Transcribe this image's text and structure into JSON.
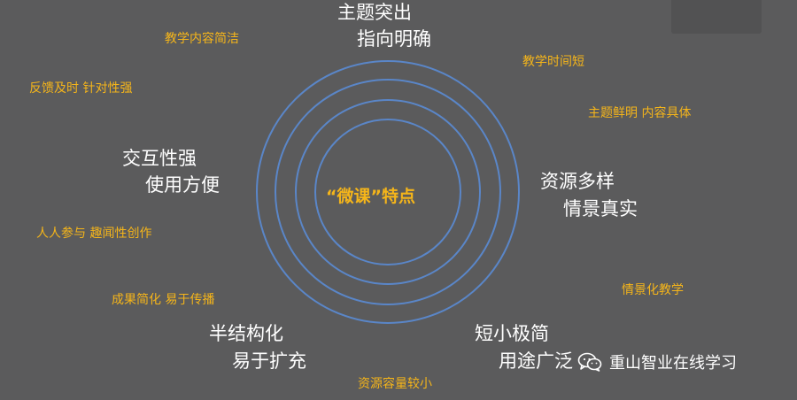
{
  "center": {
    "title": "“微课”特点"
  },
  "features": [
    {
      "line1": "主题突出",
      "line2": "指向明确"
    },
    {
      "line1": "资源多样",
      "line2": "情景真实"
    },
    {
      "line1": "短小极简",
      "line2": "用途广泛"
    },
    {
      "line1": "半结构化",
      "line2": "易于扩充"
    },
    {
      "line1": "交互性强",
      "line2": "使用方便"
    }
  ],
  "notes": [
    "教学内容简洁",
    "反馈及时  针对性强",
    "教学时间短",
    "主题鲜明  内容具体",
    "人人参与  趣闻性创作",
    "情景化教学",
    "成果简化  易于传播",
    "资源容量较小"
  ],
  "watermark": {
    "text": "重山智业在线学习"
  },
  "colors": {
    "background": "#5b5b5c",
    "ring": "#5a86c8",
    "accent": "#f5b51a",
    "text": "#ffffff"
  }
}
